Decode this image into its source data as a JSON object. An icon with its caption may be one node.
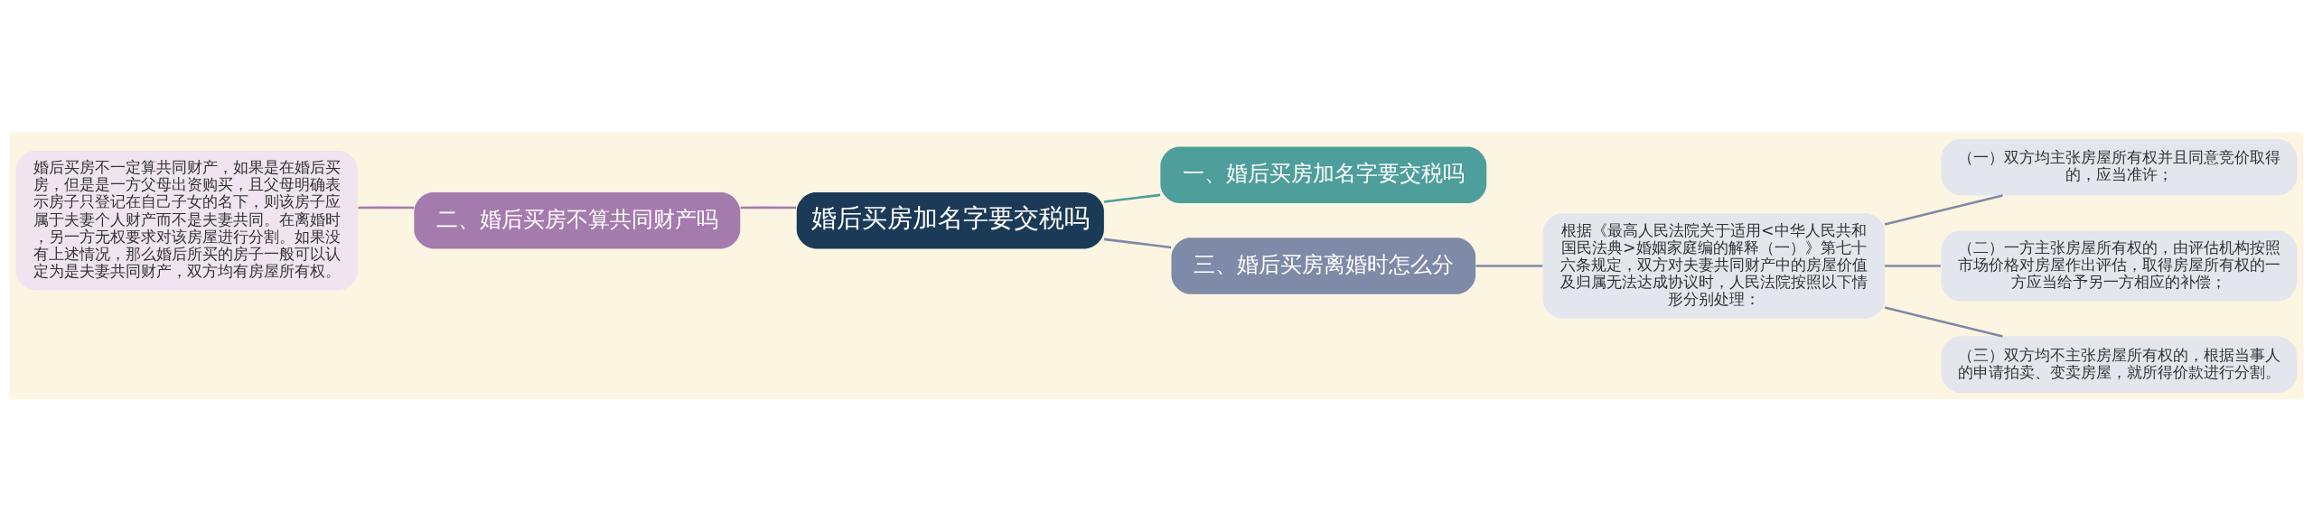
{
  "diagram": {
    "nodes": [
      {
        "text": [
          "婚后买房加名字要交税吗"
        ]
      },
      {
        "text": [
          "一、婚后买房加名字要交税吗"
        ]
      },
      {
        "text": [
          "二、婚后买房不算共同财产吗"
        ]
      },
      {
        "text": [
          "婚后买房不一定算共同财产，如果是在婚后买房，但是是一方父母出资购买，且父母明确表示房子只登记在自己子女的名下，则该房子应属于夫妻个人财产而不是夫妻共同。在离婚时，另一方无权要求对该房屋进行分割。如果没有上述情况，那么婚后所买的房子一般可以认定为是夫妻共同财产，双方均有房屋所有权。"
        ]
      },
      {
        "text": [
          "三、婚后买房离婚时怎么分"
        ]
      },
      {
        "text": [
          "根据《最高人民法院关于适用<中华人民共和国民法典>婚姻家庭编的解释（一）》第七十六条规定，双方对夫妻共同财产中的房屋价值及归属无法达成协议时，人民法院按照以下情形分别处理："
        ]
      },
      {
        "text": [
          "（一）双方均主张房屋所有权并且同意竞价取得的，应当准许；"
        ]
      },
      {
        "text": [
          "（二）一方主张房屋所有权的，由评估机构按照市场价格对房屋作出评估，取得房屋所有权的一方应当给予另一方相应的补偿；"
        ]
      },
      {
        "text": [
          "（三）双方均不主张房屋所有权的，根据当事人的申请拍卖、变卖房屋，就所得价款进行分割。"
        ]
      }
    ],
    "edges": [
      {
        "from": 0,
        "to": 1,
        "arrow": "none",
        "color": "#4e9e9b"
      },
      {
        "from": 0,
        "to": 2,
        "arrow": "none",
        "color": "#a57bae"
      },
      {
        "from": 2,
        "to": 3,
        "arrow": "none",
        "color": "#a57bae"
      },
      {
        "from": 0,
        "to": 4,
        "arrow": "none"
      },
      {
        "from": 4,
        "to": 5,
        "arrow": "none"
      },
      {
        "from": 5,
        "to": 6,
        "arrow": "none"
      },
      {
        "from": 5,
        "to": 7,
        "arrow": "none"
      },
      {
        "from": 5,
        "to": 8,
        "arrow": "none"
      }
    ]
  }
}
